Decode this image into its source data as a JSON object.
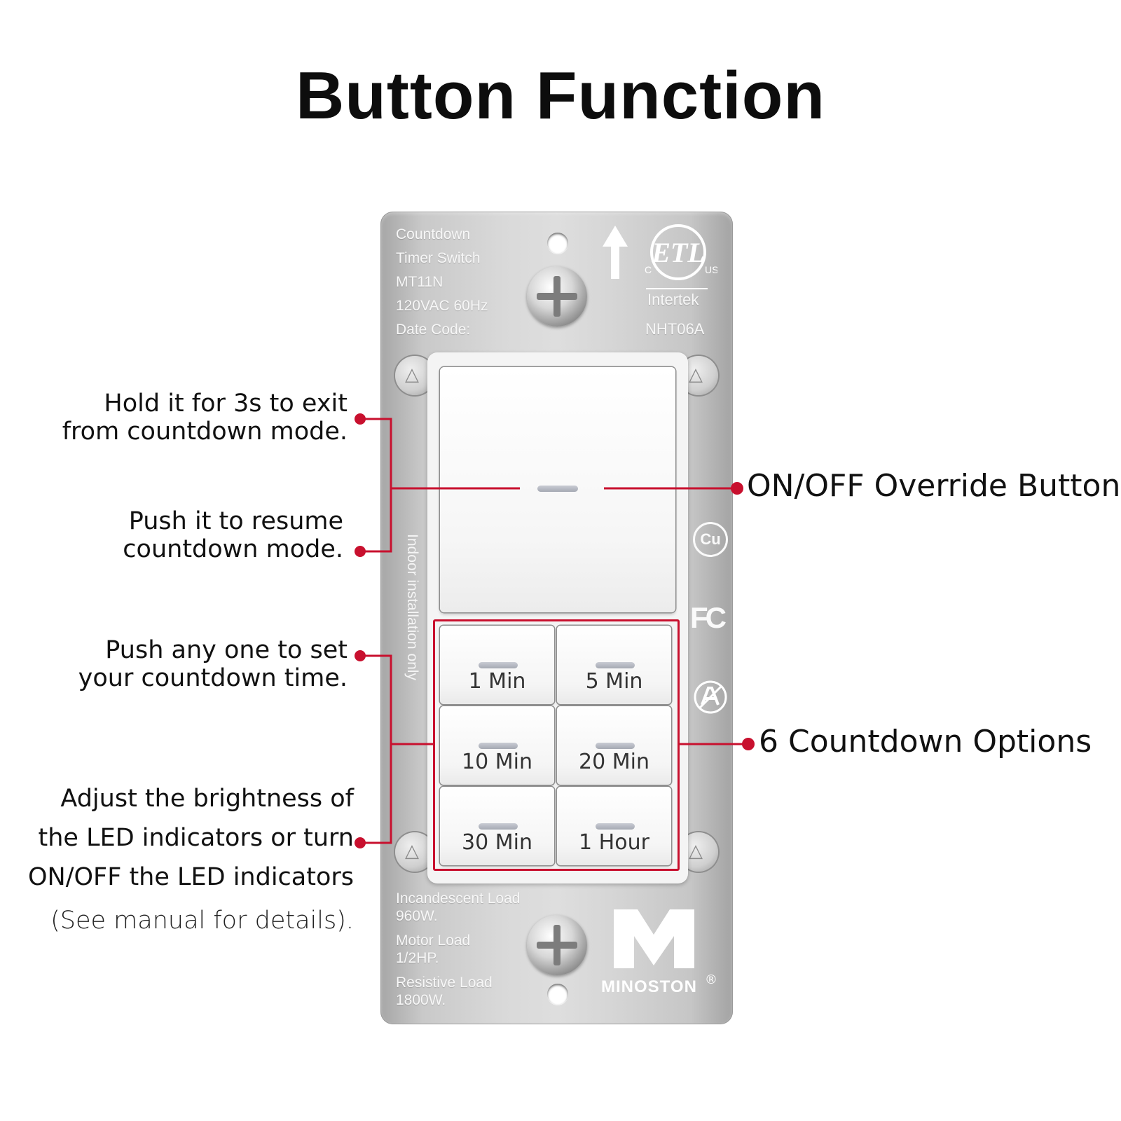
{
  "title": "Button Function",
  "callouts": {
    "exit_line1": "Hold it for 3s to exit",
    "exit_line2": "from countdown mode.",
    "resume_line1": "Push it to resume",
    "resume_line2": "countdown mode.",
    "set_line1": "Push any one to set",
    "set_line2": "your countdown time.",
    "led_line1": "Adjust the brightness of",
    "led_line2": "the LED indicators or turn",
    "led_line3": "ON/OFF the LED indicators",
    "led_note": "(See manual for details).",
    "override": "ON/OFF Override Button",
    "options": "6 Countdown Options"
  },
  "plate": {
    "info_lines": [
      "Countdown",
      "Timer Switch",
      "MT11N",
      "120VAC 60Hz",
      "Date Code:"
    ],
    "cert_listed": "Intertek",
    "cert_code": "NHT06A",
    "etl_left": "C",
    "etl_right": "US",
    "etl_text": "ETL",
    "indoor": "Indoor installation only",
    "cu_mark": "Cu",
    "fc_mark": "FC",
    "loads": [
      "Incandescent Load",
      "960W.",
      "Motor Load",
      "1/2HP.",
      "Resistive Load",
      "1800W."
    ],
    "brand": "MINOSTON",
    "registered": "®"
  },
  "timer_buttons": [
    "1 Min",
    "5 Min",
    "10 Min",
    "20 Min",
    "30 Min",
    "1 Hour"
  ],
  "colors": {
    "accent_red": "#c8102e",
    "plate_silver": "#d6d6d6",
    "button_white": "#ffffff",
    "led_gray": "#b4b8c1"
  }
}
